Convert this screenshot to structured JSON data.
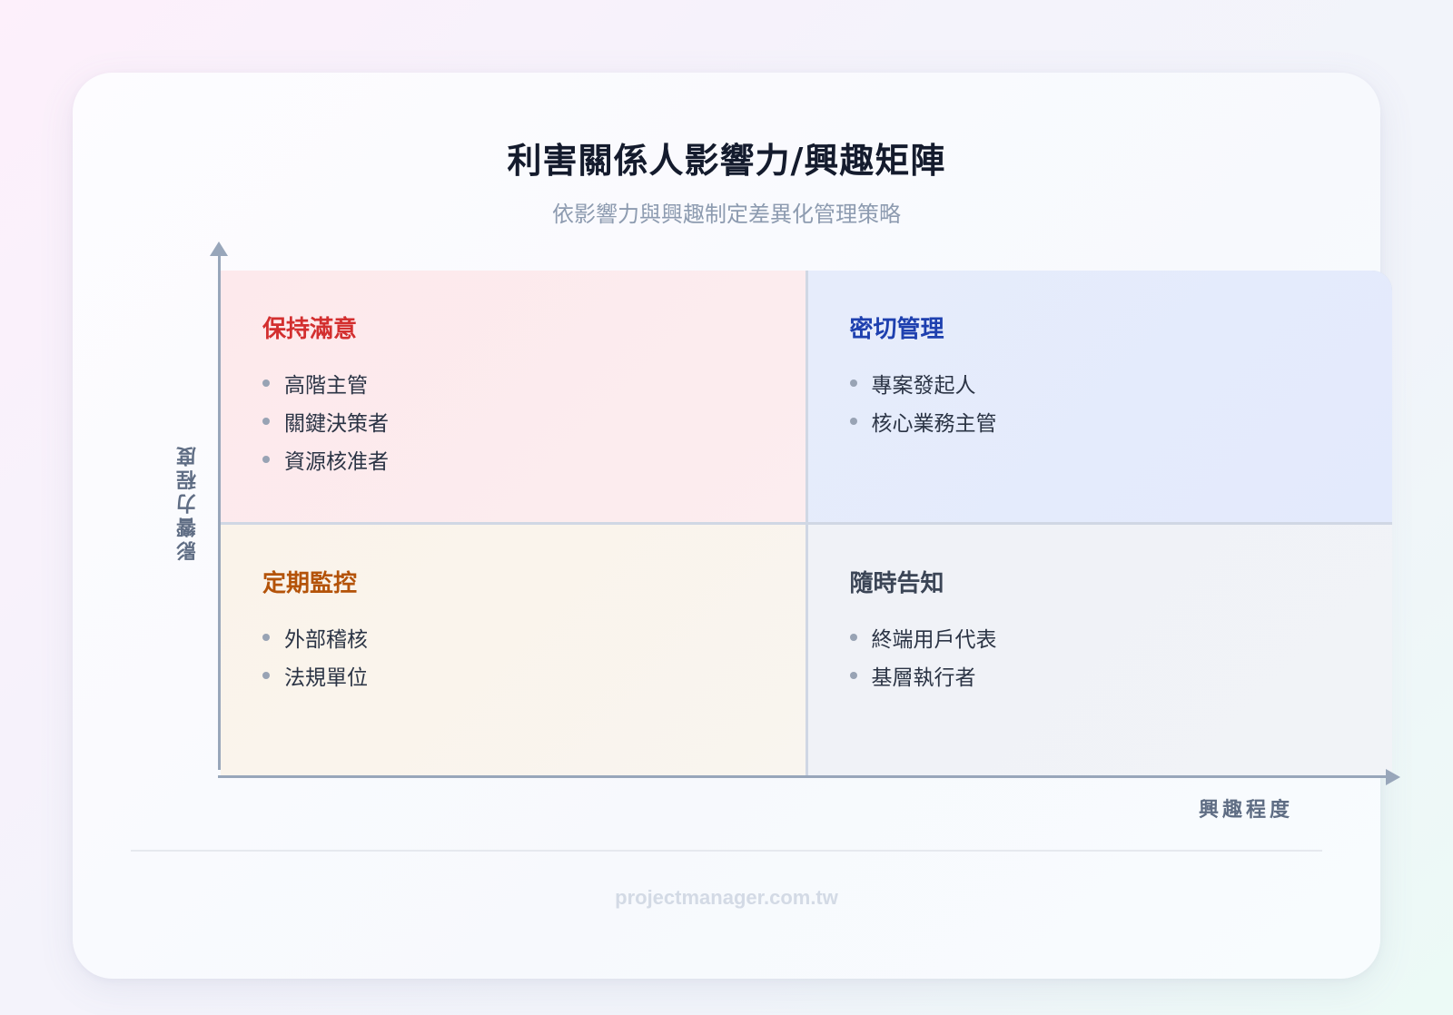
{
  "header": {
    "title": "利害關係人影響力/興趣矩陣",
    "subtitle": "依影響力與興趣制定差異化管理策略"
  },
  "axes": {
    "y_label": "影響力程度",
    "x_label": "興趣程度",
    "color": "#98a6ba"
  },
  "quadrants": {
    "top_left": {
      "title": "保持滿意",
      "color": "#d32f2f",
      "items": [
        "高階主管",
        "關鍵決策者",
        "資源核准者"
      ]
    },
    "top_right": {
      "title": "密切管理",
      "color": "#1e40af",
      "items": [
        "專案發起人",
        "核心業務主管"
      ]
    },
    "bottom_left": {
      "title": "定期監控",
      "color": "#b45309",
      "items": [
        "外部稽核",
        "法規單位"
      ]
    },
    "bottom_right": {
      "title": "隨時告知",
      "color": "#3b4556",
      "items": [
        "終端用戶代表",
        "基層執行者"
      ]
    }
  },
  "footer": {
    "text": "projectmanager.com.tw"
  }
}
